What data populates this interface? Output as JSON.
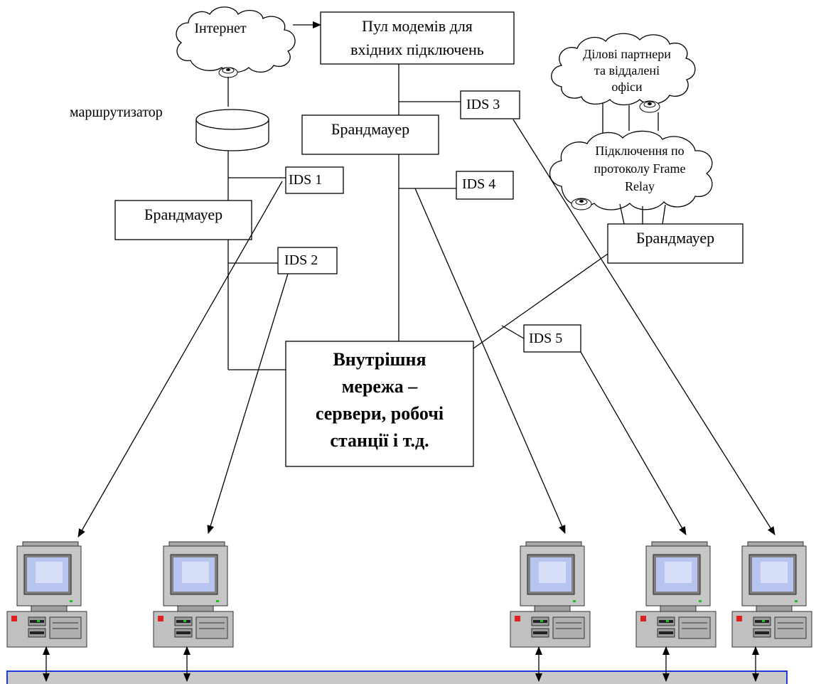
{
  "cloud_internet": "Інтернет",
  "modem_pool": [
    "Пул модемів для",
    "вхідних підключень"
  ],
  "cloud_partners": [
    "Ділові партнери",
    "та віддалені",
    "офіси"
  ],
  "router_label": "маршрутизатор",
  "firewall_1": "Брандмауер",
  "firewall_2": "Брандмауер",
  "firewall_3": "Брандмауер",
  "cloud_frame_relay": [
    "Підключення по",
    "протоколу Frame",
    "Relay"
  ],
  "ids_1": "IDS 1",
  "ids_2": "IDS 2",
  "ids_3": "IDS 3",
  "ids_4": "IDS 4",
  "ids_5": "IDS 5",
  "internal_network": [
    "Внутрішня",
    "мережа –",
    "сервери, робочі",
    "станції і т.д."
  ],
  "colors": {
    "monitor_screen": "#b8c4f0",
    "computer_body": "#c0c0c0",
    "lan_bar": "#c8c8c8",
    "lan_border": "#1f3ad8"
  },
  "icons": [
    "cloud-icon",
    "router-cylinder-icon",
    "computer-icon",
    "modem-icon"
  ]
}
